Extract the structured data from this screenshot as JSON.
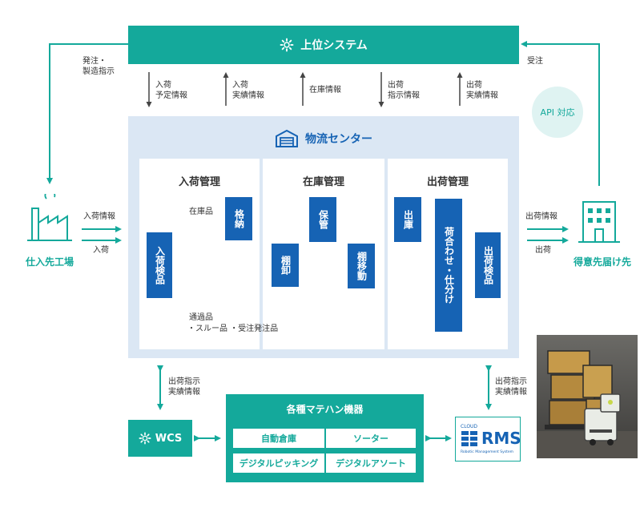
{
  "top_system": {
    "label": "上位システム"
  },
  "labels": {
    "order_instruct": [
      "発注・",
      "製造指示"
    ],
    "received_order": "受注",
    "in_plan": [
      "入荷",
      "予定情報"
    ],
    "in_result": [
      "入荷",
      "実績情報"
    ],
    "stock_info": "在庫情報",
    "out_instruct": [
      "出荷",
      "指示情報"
    ],
    "out_result": [
      "出荷",
      "実績情報"
    ],
    "in_info": "入荷情報",
    "in": "入荷",
    "out_info": "出荷情報",
    "out": "出荷",
    "wcs_link": [
      "出荷指示",
      "実績情報"
    ],
    "rms_link": [
      "出荷指示",
      "実績情報"
    ]
  },
  "api_badge": "API 対応",
  "center": {
    "title": "物流センター"
  },
  "sections": {
    "inbound": "入荷管理",
    "stock": "在庫管理",
    "outbound": "出荷管理"
  },
  "steps": {
    "inspect_in": "入荷検品",
    "store": "格納",
    "keep": "保管",
    "shelf_clear": "棚卸",
    "shelf_move": "棚移動",
    "dispatch": "出庫",
    "sort": "荷合わせ・仕分け",
    "inspect_out": "出荷検品"
  },
  "flow_labels": {
    "stock_item": "在庫品",
    "passthrough": "通過品",
    "passthrough_items": "・スルー品 ・受注発注品"
  },
  "supplier": "仕入先工場",
  "customer": "得意先届け先",
  "wcs": "WCS",
  "equipment": {
    "title": "各種マテハン機器",
    "items": [
      "自動倉庫",
      "ソーター",
      "デジタルピッキング",
      "デジタルアソート"
    ]
  },
  "rms": {
    "small_top": "CLOUD",
    "name": "RMS",
    "small_bottom": "Robotic Management System"
  },
  "colors": {
    "teal": "#14a99b",
    "blue": "#1663b4",
    "light_blue": "#dbe7f4"
  }
}
